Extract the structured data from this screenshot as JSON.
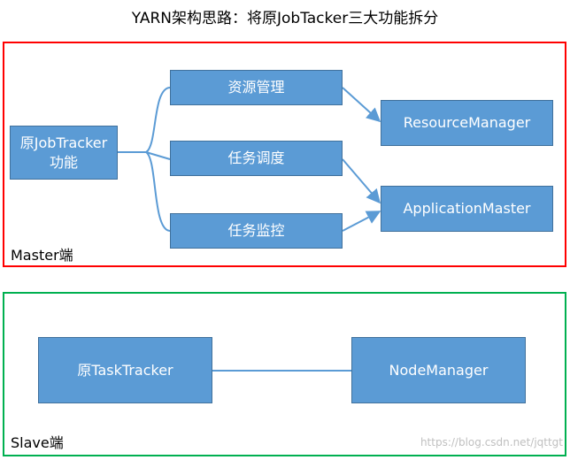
{
  "title": "YARN架构思路：将原JobTacker三大功能拆分",
  "master": {
    "label": "Master端"
  },
  "slave": {
    "label": "Slave端"
  },
  "boxes": {
    "jobtracker": "原JobTracker\n功能",
    "resource_mgmt": "资源管理",
    "task_schedule": "任务调度",
    "task_monitor": "任务监控",
    "resource_manager": "ResourceManager",
    "application_master": "ApplicationMaster",
    "tasktracker": "原TaskTracker",
    "nodemanager": "NodeManager"
  },
  "watermark": "https://blog.csdn.net/jqttgt",
  "colors": {
    "box_fill": "#5b9bd5",
    "connector": "#5b9bd5",
    "master_border": "#ff0000",
    "slave_border": "#00b050"
  }
}
